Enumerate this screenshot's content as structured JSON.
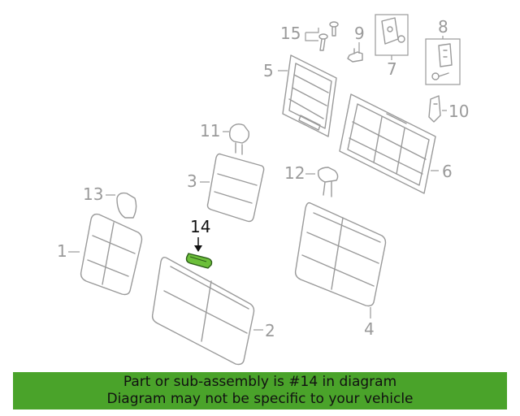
{
  "diagram": {
    "callouts": {
      "c1": "1",
      "c2": "2",
      "c3": "3",
      "c4": "4",
      "c5": "5",
      "c6": "6",
      "c7": "7",
      "c8": "8",
      "c9": "9",
      "c10": "10",
      "c11": "11",
      "c12": "12",
      "c13": "13",
      "c14": "14",
      "c15": "15"
    },
    "highlight_part": "14",
    "highlight_color": "#6cbf3a",
    "line_color": "#9a9a9a"
  },
  "banner": {
    "line1": "Part or sub-assembly is #14 in diagram",
    "line2": "Diagram may not be specific to your vehicle",
    "background": "#4aa32a"
  }
}
